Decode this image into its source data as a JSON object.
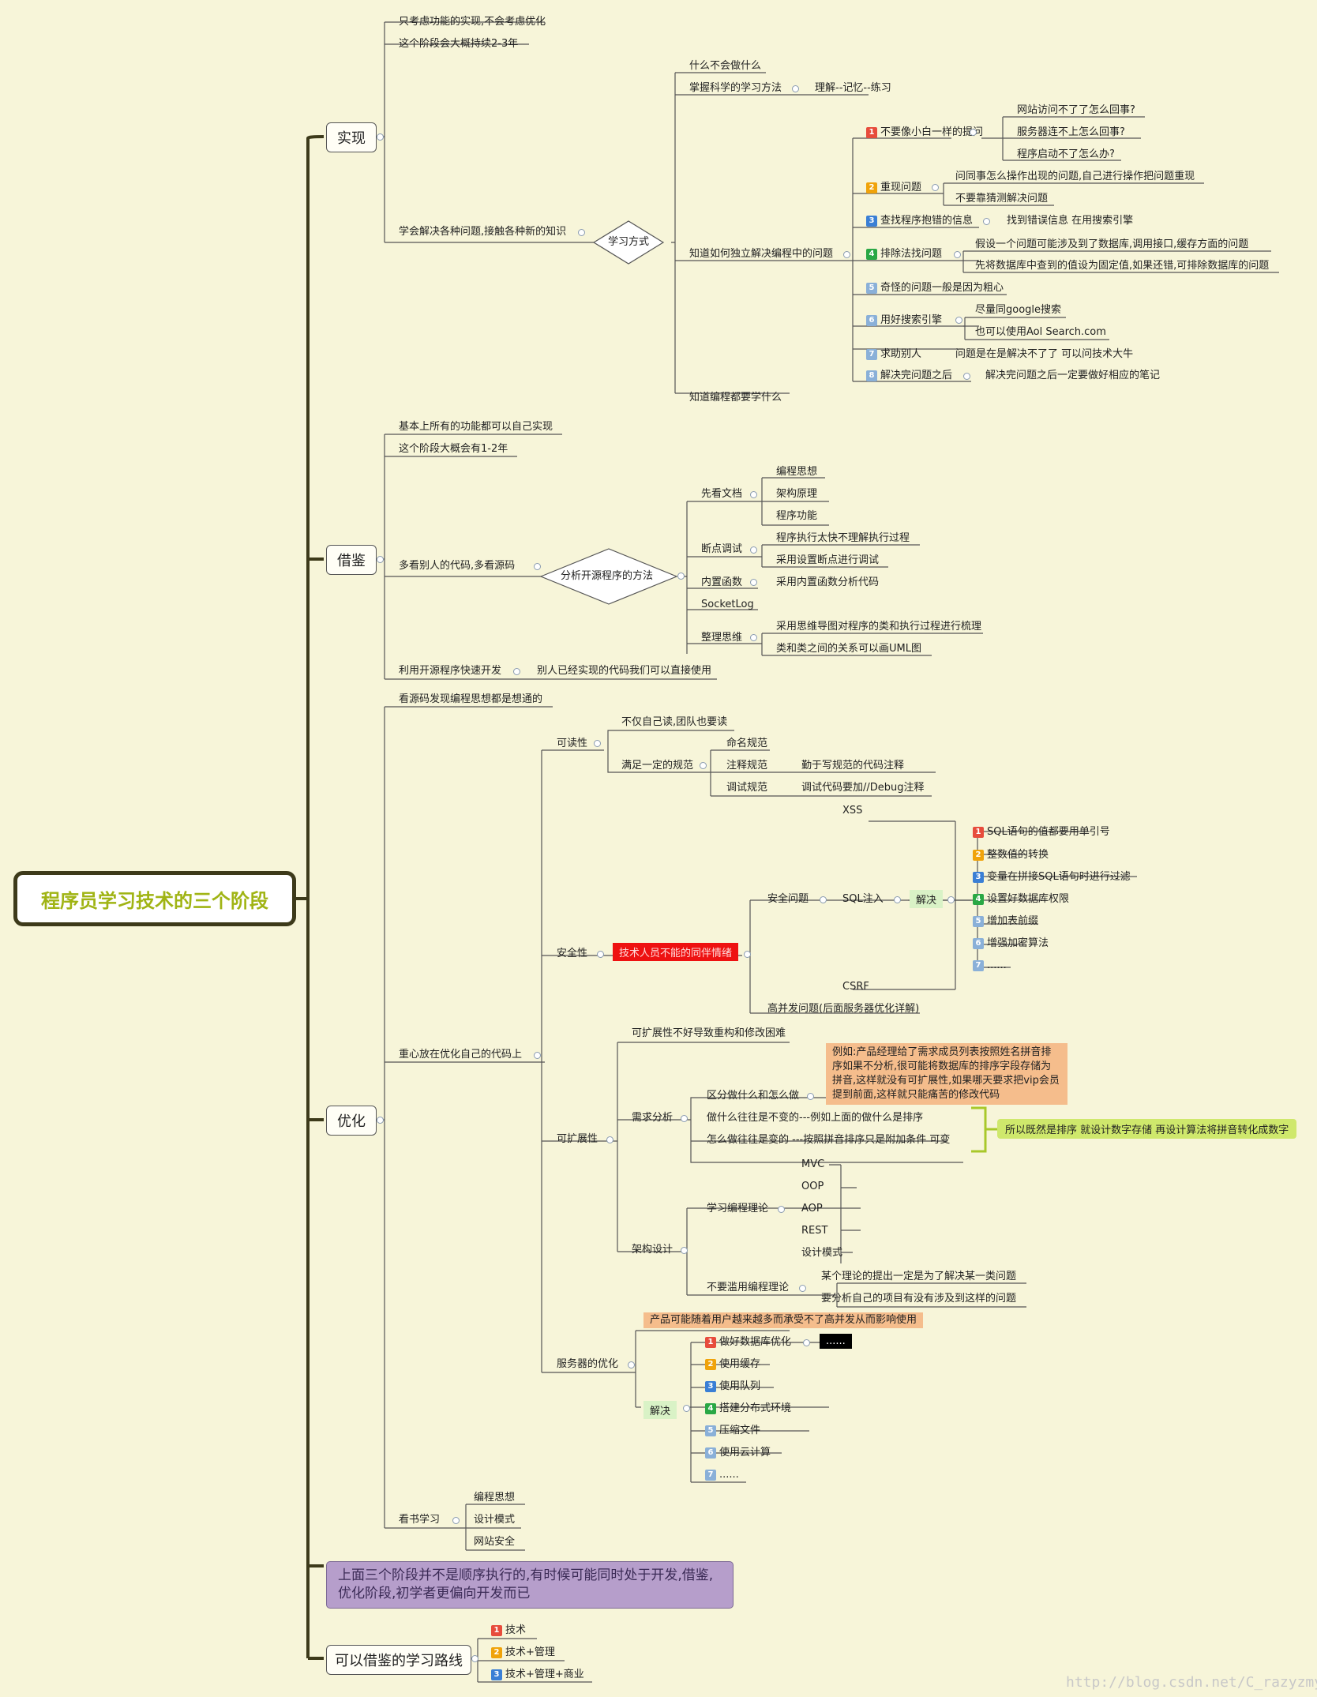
{
  "root": "程序员学习技术的三个阶段",
  "branches": {
    "impl": "实现",
    "borrow": "借鉴",
    "opt": "优化",
    "route": "可以借鉴的学习路线"
  },
  "impl": {
    "a": "只考虑功能的实现,不会考虑优化",
    "b": "这个阶段会大概持续2-3年",
    "c": "学会解决各种问题,接触各种新的知识",
    "diamond": "学习方式",
    "d1": "什么不会做什么",
    "d2": "掌握科学的学习方法",
    "d2a": "理解--记忆--练习",
    "d3": "知道如何独立解决编程中的问题",
    "d4": "知道编程都要学什么",
    "s1": "不要像小白一样的提问",
    "s1a": "网站访问不了了怎么回事?",
    "s1b": "服务器连不上怎么回事?",
    "s1c": "程序启动不了怎么办?",
    "s2": "重现问题",
    "s2a": "问同事怎么操作出现的问题,自己进行操作把问题重现",
    "s2b": "不要靠猜测解决问题",
    "s3": "查找程序抱错的信息",
    "s3a": "找到错误信息   在用搜索引擎",
    "s4": "排除法找问题",
    "s4a": "假设一个问题可能涉及到了数据库,调用接口,缓存方面的问题",
    "s4b": "先将数据库中查到的值设为固定值,如果还错,可排除数据库的问题",
    "s5": "奇怪的问题一般是因为粗心",
    "s6": "用好搜索引擎",
    "s6a": "尽量同google搜索",
    "s6b": "也可以使用Aol Search.com",
    "s7": "求助别人",
    "s7a": "问题是在是解决不了了   可以问技术大牛",
    "s8": "解决完问题之后",
    "s8a": "解决完问题之后一定要做好相应的笔记"
  },
  "borrow": {
    "a": "基本上所有的功能都可以自己实现",
    "b": "这个阶段大概会有1-2年",
    "c": "多看别人的代码,多看源码",
    "diamond": "分析开源程序的方法",
    "m1": "先看文档",
    "m1a": "编程思想",
    "m1b": "架构原理",
    "m1c": "程序功能",
    "m2": "断点调试",
    "m2a": "程序执行太快不理解执行过程",
    "m2b": "采用设置断点进行调试",
    "m3": "内置函数",
    "m3a": "采用内置函数分析代码",
    "m4": "SocketLog",
    "m5": "整理思维",
    "m5a": "采用思维导图对程序的类和执行过程进行梳理",
    "m5b": "类和类之间的关系可以画UML图",
    "d": "利用开源程序快速开发",
    "da": "别人已经实现的代码我们可以直接使用"
  },
  "opt": {
    "a": "看源码发现编程思想都是想通的",
    "b": "重心放在优化自己的代码上",
    "r": "可读性",
    "r1": "不仅自己读,团队也要读",
    "r2": "满足一定的规范",
    "r2a": "命名规范",
    "r2b": "注释规范",
    "r2b1": "勤于写规范的代码注释",
    "r2c": "调试规范",
    "r2c1": "调试代码要加//Debug注释",
    "sec": "安全性",
    "secred": "技术人员不能的同伴情绪",
    "sec1": "安全问题",
    "xss": "XSS",
    "sql": "SQL注入",
    "csrf": "CSRF",
    "jj": "解决",
    "q1": "SQL语句的值都要用单引号",
    "q2": "整数值的转换",
    "q3": "变量在拼接SQL语句时进行过滤",
    "q4": "设置好数据库权限",
    "q5": "增加表前缀",
    "q6": "增强加密算法",
    "q7": "......",
    "sec2": "高并发问题(后面服务器优化详解)",
    "ext": "可扩展性",
    "e1": "可扩展性不好导致重构和修改困难",
    "e2": "需求分析",
    "e2a": "区分做什么和怎么做",
    "e2note": "例如:产品经理给了需求成员列表按照姓名拼音排序如果不分析,很可能将数据库的排序字段存储为拼音,这样就没有可扩展性,如果哪天要求把vip会员提到前面,这样就只能痛苦的修改代码",
    "e2b": "做什么往往是不变的---例如上面的做什么是排序",
    "e2c": "怎么做往往是变的 ---按照拼音排序只是附加条件  可变",
    "e2d": "所以既然是排序  就设计数字存储  再设计算法将拼音转化成数字",
    "e3": "架构设计",
    "e3a": "学习编程理论",
    "mvc": "MVC",
    "oop": "OOP",
    "aop": "AOP",
    "rest": "REST",
    "dp": "设计模式",
    "e3b": "不要滥用编程理论",
    "e3b1": "某个理论的提出一定是为了解决某一类问题",
    "e3b2": "要分析自己的项目有没有涉及到这样的问题",
    "srv": "服务器的优化",
    "srvnote": "产品可能随着用户越来越多而承受不了高并发从而影响使用",
    "srvj": "解决",
    "v1": "做好数据库优化",
    "v1a": "......",
    "v2": "使用缓存",
    "v3": "使用队列",
    "v4": "搭建分布式环境",
    "v5": "压缩文件",
    "v6": "使用云计算",
    "v7": "......",
    "book": "看书学习",
    "bk1": "编程思想",
    "bk2": "设计模式",
    "bk3": "网站安全"
  },
  "note": "上面三个阶段并不是顺序执行的,有时候可能同时处于开发,借鉴,优化阶段,初学者更偏向开发而已",
  "route": {
    "r1": "技术",
    "r2": "技术+管理",
    "r3": "技术+管理+商业"
  },
  "watermark": "http://blog.csdn.net/C_razyzmy"
}
